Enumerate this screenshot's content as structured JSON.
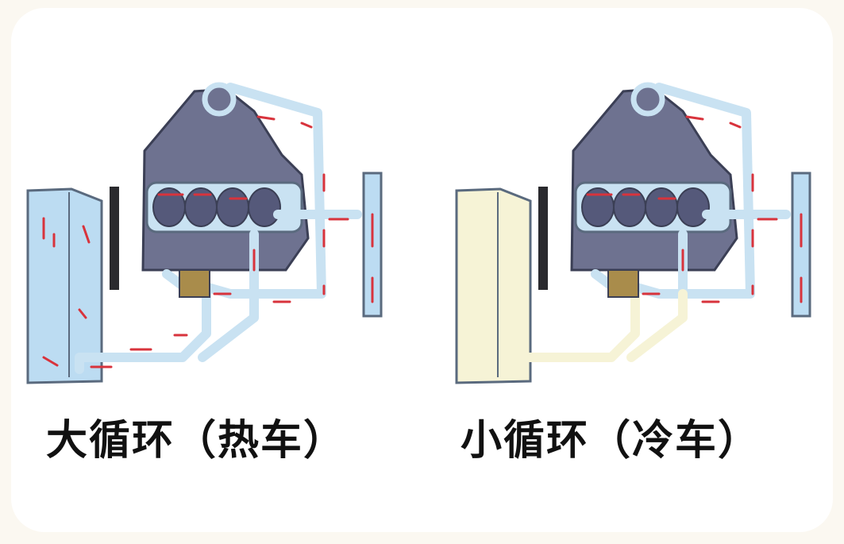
{
  "diagrams": [
    {
      "id": "hot",
      "caption": "大循环（热车）"
    },
    {
      "id": "cold",
      "caption": "小循环（冷车）"
    }
  ],
  "colors": {
    "engine": "#6e7290",
    "engine_dark": "#4b4f6c",
    "cylinder": "#55597a",
    "pipe_fill": "#c9e2f2",
    "pipe_stroke": "#5a6a7e",
    "radiator_hot": "#bcdcf2",
    "radiator_cold": "#f6f3d6",
    "flow_arrow": "#d8333c"
  }
}
